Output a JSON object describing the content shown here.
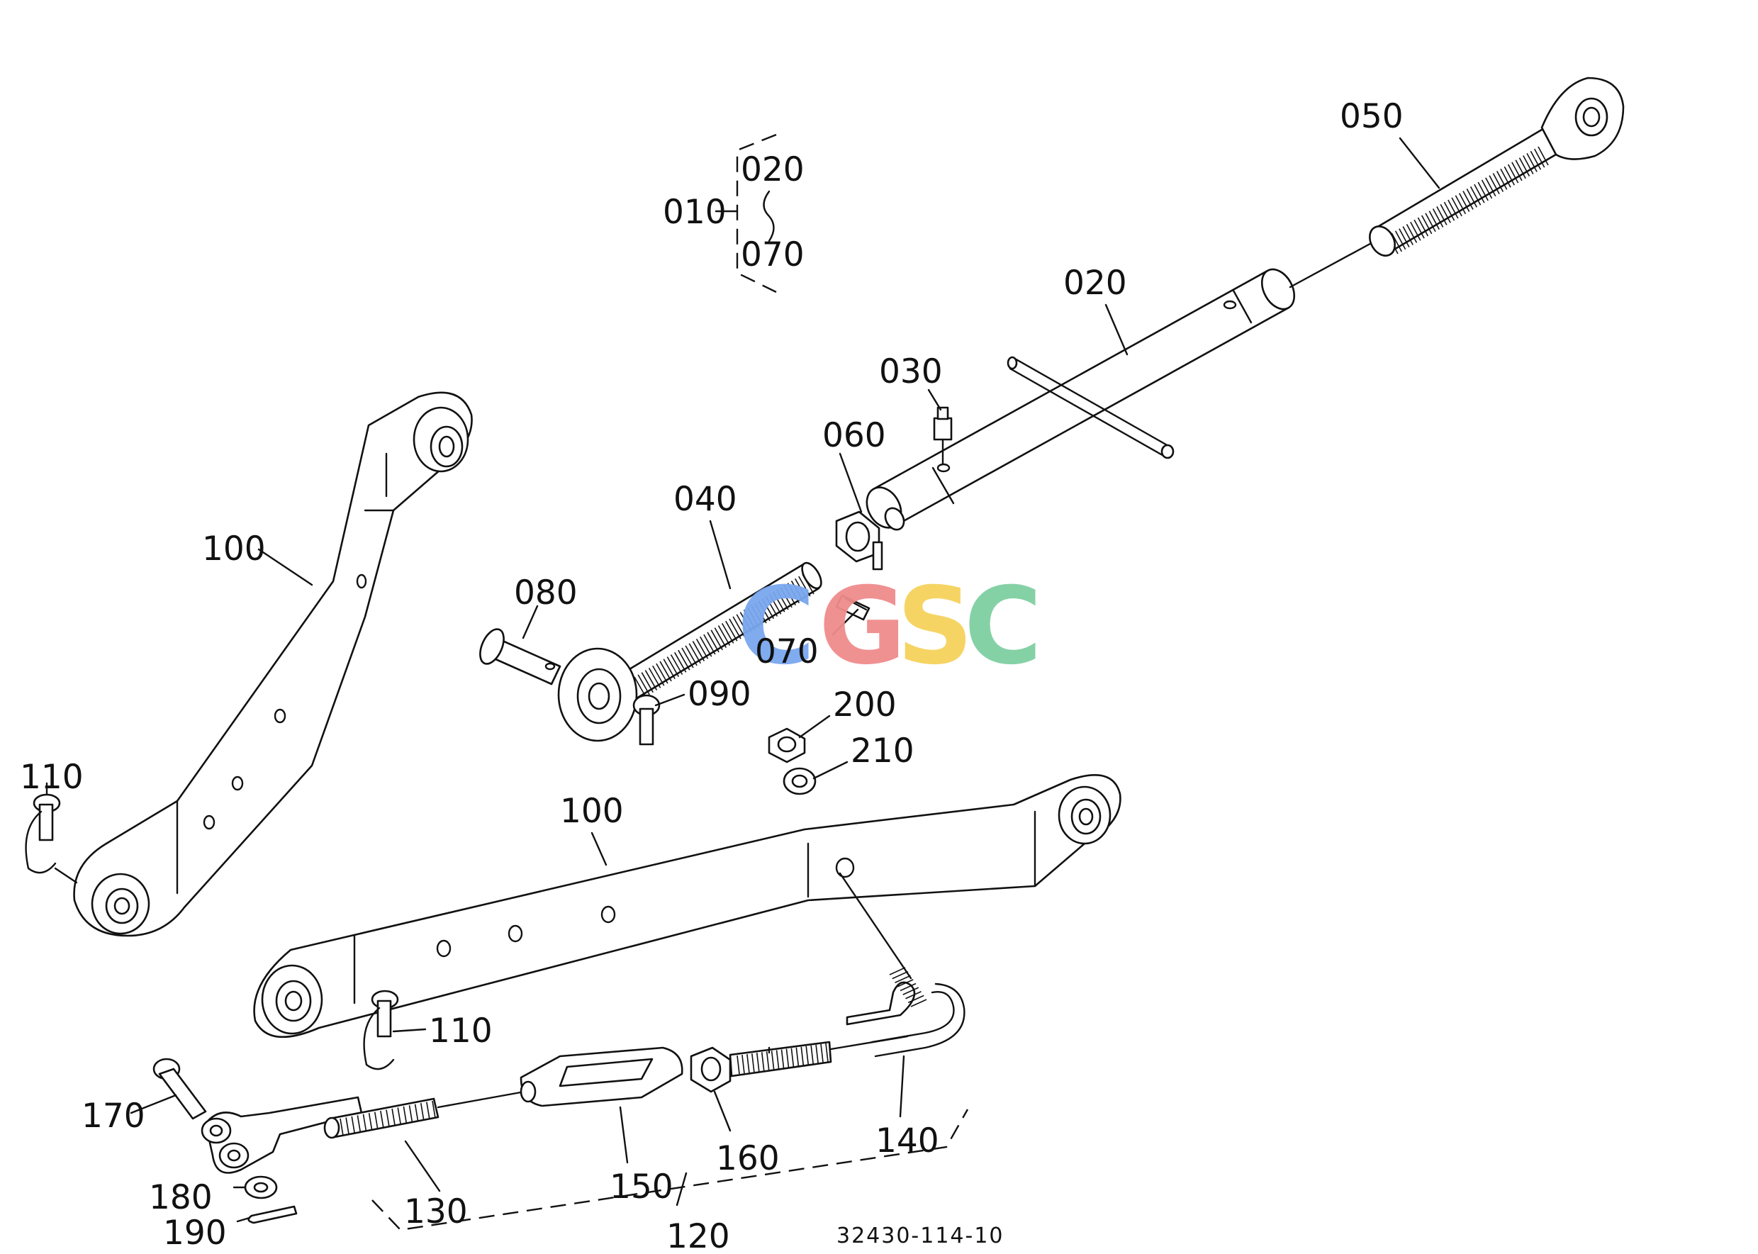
{
  "labels": {
    "p010": "010",
    "p020a": "020",
    "p070a": "070",
    "p050": "050",
    "p020": "020",
    "p030": "030",
    "p060": "060",
    "p040": "040",
    "p080": "080",
    "p070": "070",
    "p090": "090",
    "p200": "200",
    "p210": "210",
    "p100a": "100",
    "p100b": "100",
    "p110a": "110",
    "p110b": "110",
    "p170": "170",
    "p130": "130",
    "p150": "150",
    "p160": "160",
    "p140": "140",
    "p180": "180",
    "p190": "190",
    "p120": "120"
  },
  "drawing_code": "32430-114-10",
  "watermark": {
    "letters": [
      "C",
      "G",
      "S",
      "C"
    ],
    "colors": [
      "#7aa7ef",
      "#f08c8c",
      "#f6d25c",
      "#7fcfa2"
    ]
  }
}
